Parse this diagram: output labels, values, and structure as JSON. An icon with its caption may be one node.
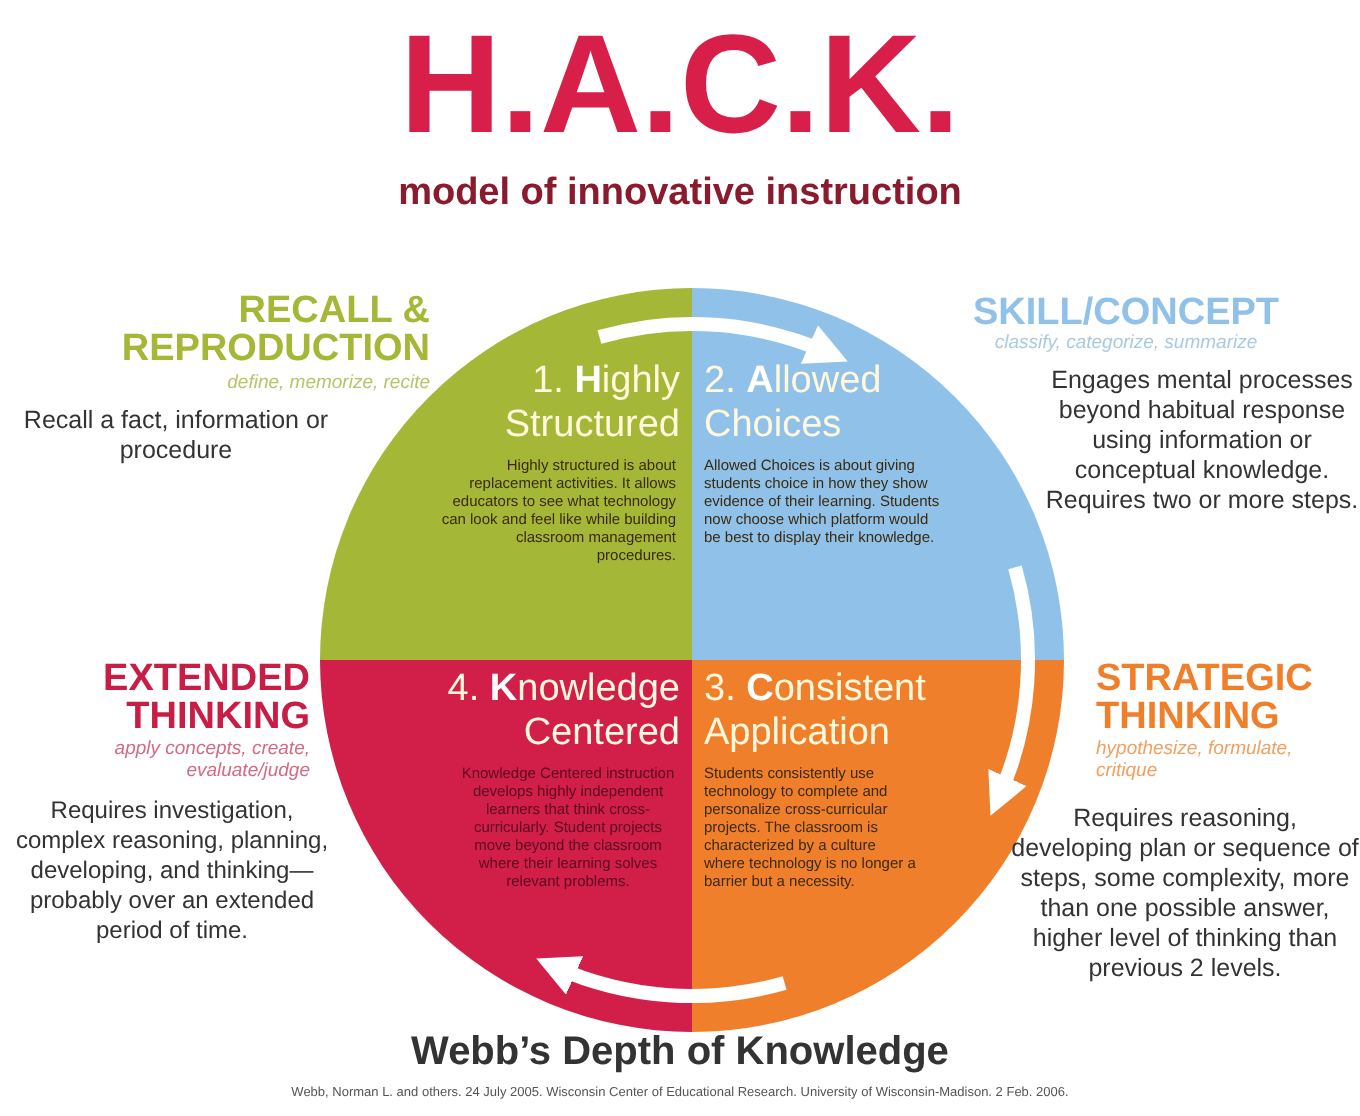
{
  "diagram": {
    "title": "H.A.C.K.",
    "caption": "Webb, Norman L. and others. 24 July 2005. Wisconsin Center of Educational Research. University of Wisconsin-Madison. 2 Feb. 2006.",
    "nodes": [
      {
        "text": [
          "1. **H**ighly Structured",
          "Highly structured is about replacement activities. It allows educators to see what technology can look and feel like while building classroom management procedures."
        ]
      },
      {
        "text": [
          "2. **A**llowed Choices",
          "Allowed Choices is about giving students choice in how they show evidence of their learning. Students now choose which platform would be best to display their knowledge."
        ]
      },
      {
        "text": [
          "3. **C**onsistent Application",
          "Students consistently use technology to complete and personalize cross-curricular projects. The classroom is characterized by a culture where technology is no longer a barrier but a necessity."
        ]
      },
      {
        "text": [
          "4. **K**nowledge Centered",
          "Knowledge Centered instruction develops highly independent learners that think cross-curricularly. Student projects move beyond the classroom where their learning solves relevant problems."
        ]
      }
    ],
    "edges": [
      {
        "from": 0,
        "to": 1,
        "arrow": "to"
      },
      {
        "from": 1,
        "to": 2,
        "arrow": "to"
      },
      {
        "from": 2,
        "to": 3,
        "arrow": "to"
      }
    ],
    "labels": [
      "model of innovative instruction",
      "RECALL & REPRODUCTION",
      "define, memorize, recite",
      "Recall a fact, information or procedure",
      "SKILL/CONCEPT",
      "classify, categorize, summarize",
      "Engages mental processes beyond habitual response using information or conceptual knowledge. Requires two or more steps.",
      "EXTENDED THINKING",
      "apply concepts, create, evaluate/judge",
      "Requires investigation, complex reasoning, planning, developing, and thinking—probably over an extended period of time.",
      "STRATEGIC THINKING",
      "hypothesize, formulate, critique",
      "Requires reasoning, developing plan or sequence of steps, some complexity, more than one possible answer, higher level of thinking than previous 2 levels.",
      "Webb’s Depth of Knowledge"
    ]
  }
}
